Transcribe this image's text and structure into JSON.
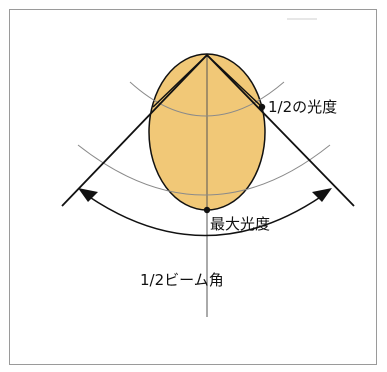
{
  "labels": {
    "half_intensity": "1/2の光度",
    "max_intensity": "最大光度",
    "half_beam_angle": "1/2ビーム角"
  },
  "colors": {
    "lobe_fill": "#f1c877",
    "stroke": "#111111",
    "thin_stroke": "#8a8a8a",
    "frame": "#9a9a9a"
  }
}
